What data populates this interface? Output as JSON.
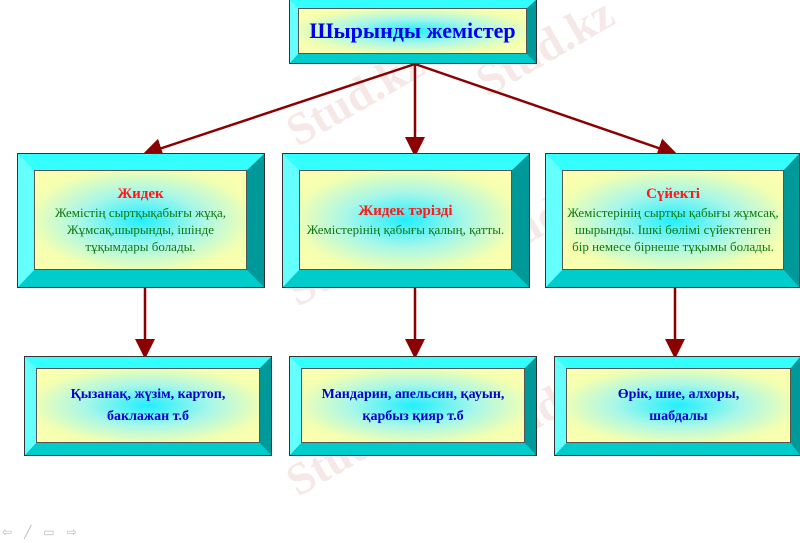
{
  "root": {
    "title": "Шырынды жемістер"
  },
  "categories": [
    {
      "heading": "Жидек",
      "description": "Жемістің сыртқықабығы жұқа, Жұмсақ,шырынды, ішінде тұқымдары болады.",
      "examples": "Қызанақ, жүзім, картоп, баклажан т.б"
    },
    {
      "heading": "Жидек тәрізді",
      "description": "Жемістерінің қабығы қалың, қатты.",
      "examples": "Мандарин, апельсин, қауын, қарбыз қияр т.б"
    },
    {
      "heading": "Сүйекті",
      "description": "Жемістерінің сыртқы қабығы жұмсақ, шырынды. Ішкі бөлімі сүйектенген бір немесе бірнеше тұқымы болады.",
      "examples": "Өрік, шие, алхоры, шабдалы"
    }
  ],
  "watermark": "Stud.kz",
  "colors": {
    "arrow": "#8b0000",
    "title": "#0000ee",
    "heading": "#ff1a1a",
    "description": "#117711",
    "examples": "#0000cc"
  },
  "nav": {
    "prev": "prev-icon",
    "pen": "pen-icon",
    "menu": "menu-icon",
    "next": "next-icon"
  }
}
